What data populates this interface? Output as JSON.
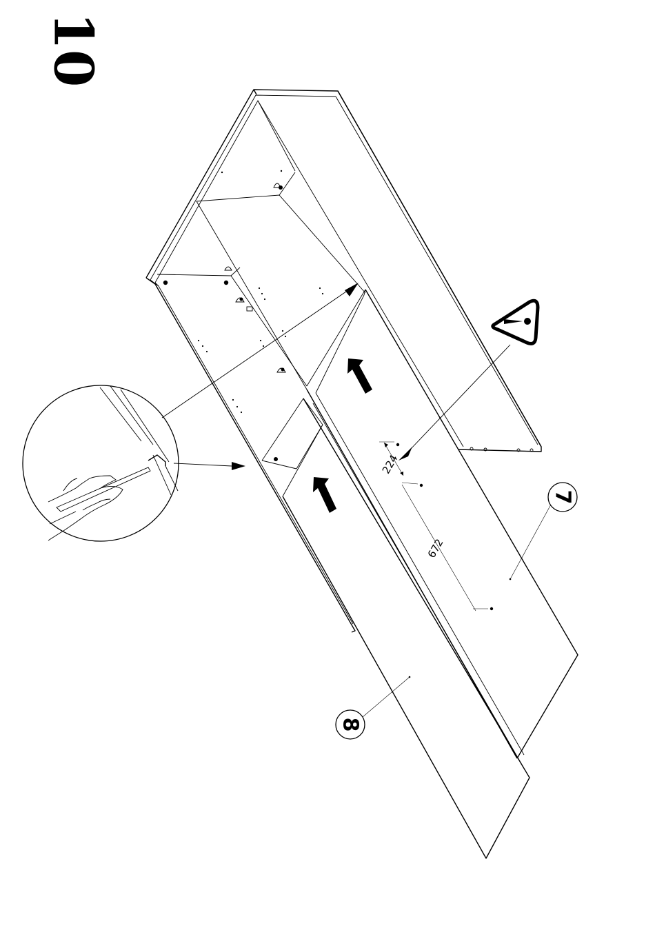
{
  "step": {
    "number": "10"
  },
  "parts": {
    "part_7": "7",
    "part_8": "8"
  },
  "dimensions": {
    "spacing_small": "224",
    "spacing_large": "672"
  },
  "icons": {
    "warning": "warning-triangle-icon",
    "detail": "hand-nailing-detail"
  },
  "colors": {
    "line": "#000000",
    "background": "#ffffff"
  }
}
